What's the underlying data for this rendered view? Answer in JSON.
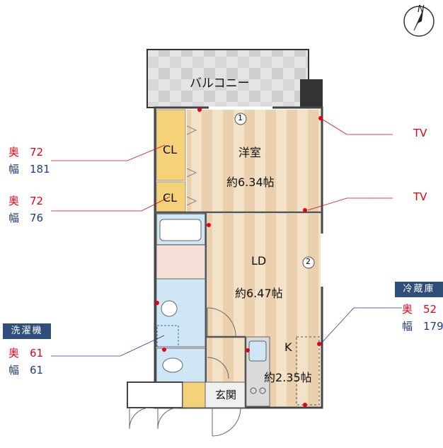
{
  "compass": {
    "north_label": "N"
  },
  "balcony": {
    "label": "バルコニー"
  },
  "rooms": {
    "western": {
      "name": "洋室",
      "size": "約6.34帖"
    },
    "ld": {
      "name": "LD",
      "size": "約6.47帖"
    },
    "kitchen": {
      "name": "K",
      "size": "約2.35帖"
    },
    "closet1": {
      "label": "CL"
    },
    "closet2": {
      "label": "CL"
    },
    "entrance": {
      "label": "玄関"
    }
  },
  "markers": {
    "m1": "1",
    "m2": "2"
  },
  "tv_labels": [
    "TV",
    "TV"
  ],
  "closet_dims": [
    {
      "depth_label": "奥",
      "depth": "72",
      "width_label": "幅",
      "width": "181"
    },
    {
      "depth_label": "奥",
      "depth": "72",
      "width_label": "幅",
      "width": "76"
    }
  ],
  "washer": {
    "title": "洗濯機",
    "depth_label": "奥",
    "depth": "61",
    "width_label": "幅",
    "width": "61"
  },
  "fridge": {
    "title": "冷蔵庫",
    "depth_label": "奥",
    "depth": "52",
    "width_label": "幅",
    "width": "179"
  },
  "colors": {
    "accent_red": "#e60012",
    "tag_blue": "#2f4f7a",
    "floor_wood": "#f1dcc0",
    "closet_yellow": "#f5d17a",
    "bath_blue": "#cfe6f5"
  }
}
